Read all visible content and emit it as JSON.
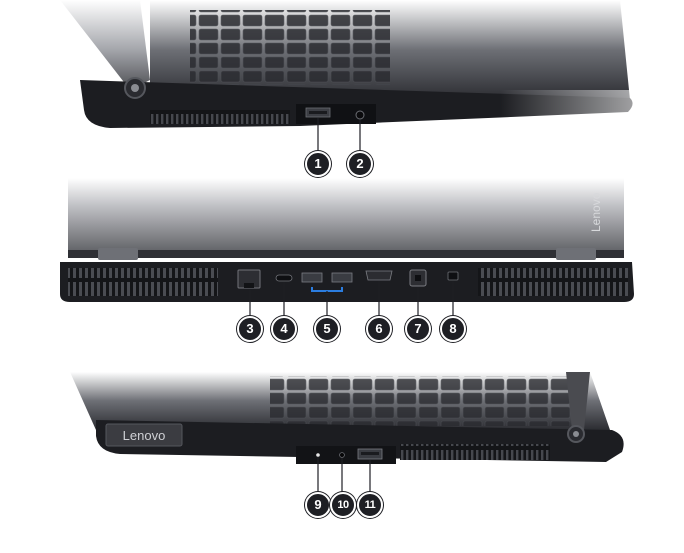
{
  "views": {
    "left_side": {
      "callouts": [
        {
          "number": "1",
          "port": "usb-a-port"
        },
        {
          "number": "2",
          "port": "audio-jack"
        }
      ]
    },
    "rear": {
      "logo_text": "Lenovo",
      "callouts": [
        {
          "number": "3",
          "port": "ethernet-port"
        },
        {
          "number": "4",
          "port": "usb-c-port"
        },
        {
          "number": "5",
          "port": "usb-a-ports-pair"
        },
        {
          "number": "6",
          "port": "hdmi-port"
        },
        {
          "number": "7",
          "port": "power-connector"
        },
        {
          "number": "8",
          "port": "security-lock-slot"
        }
      ]
    },
    "right_side": {
      "logo_text": "Lenovo",
      "callouts": [
        {
          "number": "9",
          "port": "power-indicator"
        },
        {
          "number": "10",
          "port": "reset-hole"
        },
        {
          "number": "11",
          "port": "usb-a-port"
        }
      ]
    }
  },
  "colors": {
    "chassis": "#1c1d21",
    "callout_fill": "#1e1f24",
    "callout_text": "#ffffff",
    "background": "#ffffff"
  }
}
